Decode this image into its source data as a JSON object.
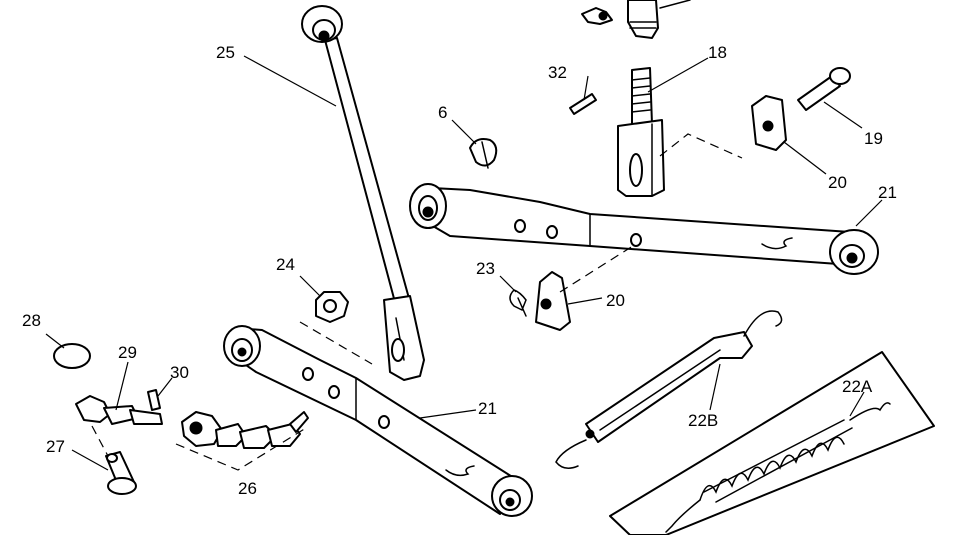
{
  "callouts": {
    "c6": "6",
    "c18": "18",
    "c19": "19",
    "c20a": "20",
    "c20b": "20",
    "c21a": "21",
    "c21b": "21",
    "c22a": "22A",
    "c22b": "22B",
    "c23": "23",
    "c24": "24",
    "c25": "25",
    "c26": "26",
    "c27": "27",
    "c28": "28",
    "c29": "29",
    "c30": "30",
    "c32": "32"
  }
}
